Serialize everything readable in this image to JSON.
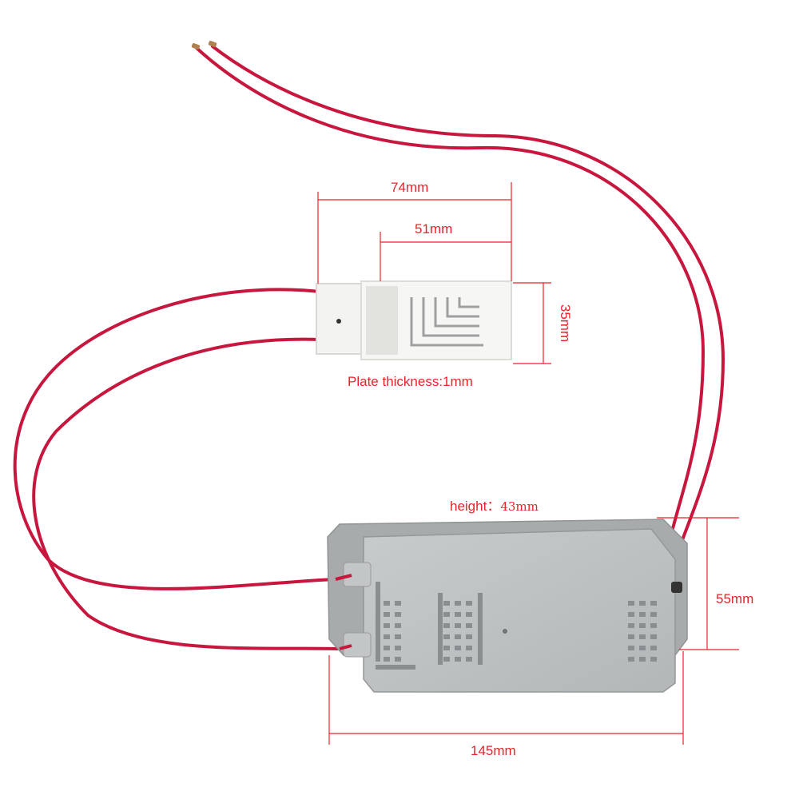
{
  "labels": {
    "plate_outer_length": "74mm",
    "plate_inner_length": "51mm",
    "plate_width": "35mm",
    "plate_thickness": "Plate thickness:1mm",
    "height_label": "height：",
    "height_value": "43mm",
    "box_width": "55mm",
    "box_length": "145mm"
  },
  "colors": {
    "dimension": "#e8232a",
    "wire": "#c8173e",
    "housing": "#b9bdbe",
    "plate": "#f3f3f1"
  }
}
